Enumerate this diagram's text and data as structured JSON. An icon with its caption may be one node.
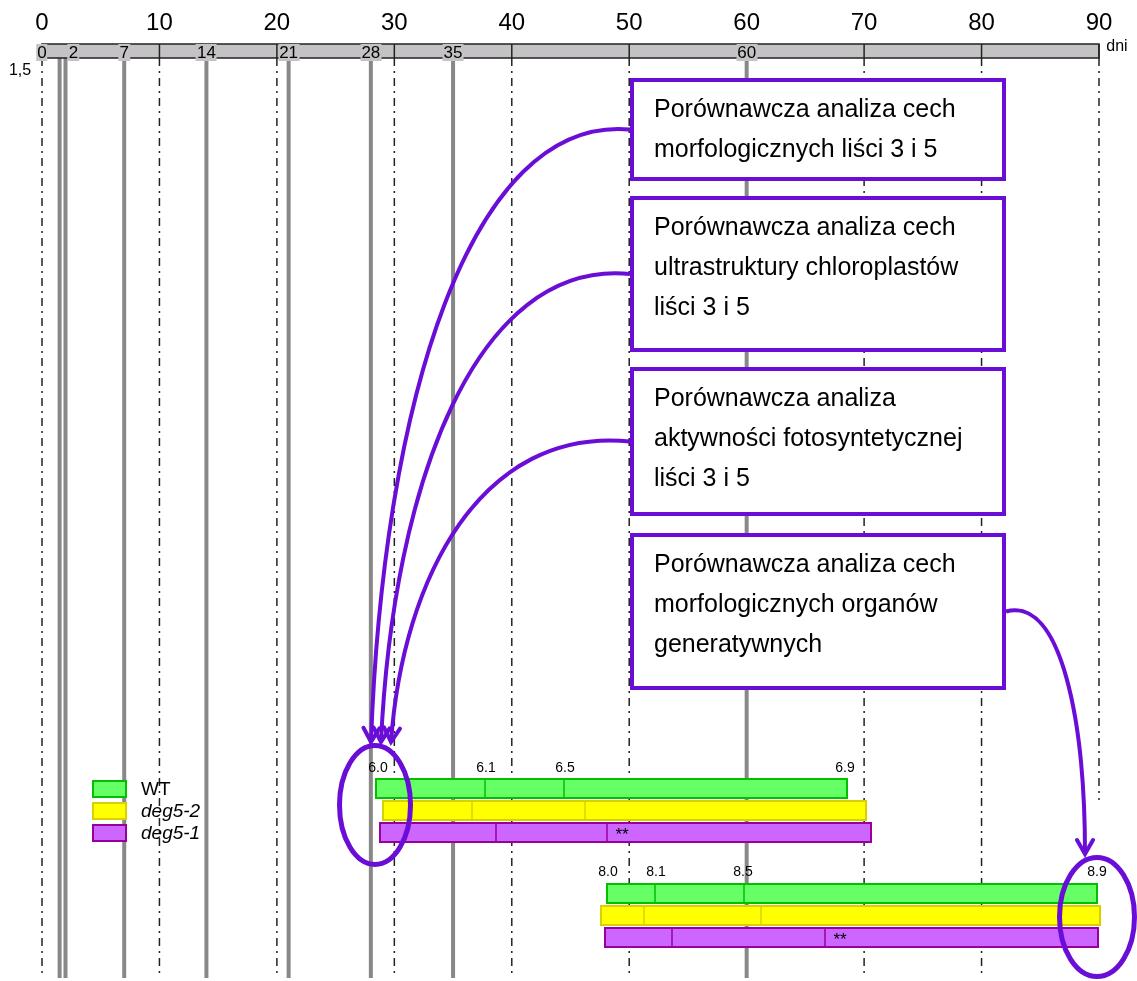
{
  "diagram": {
    "nodes": [
      {
        "text": [
          "Porównawcza analiza cech morfologicznych liści 3 i 5"
        ]
      },
      {
        "text": [
          "Porównawcza analiza cech ultrastruktury chloroplastów liści 3 i 5"
        ]
      },
      {
        "text": [
          "Porównawcza analiza aktywności fotosyntetycznej liści 3 i 5"
        ]
      },
      {
        "text": [
          "Porównawcza analiza cech morfologicznych organów generatywnych"
        ]
      },
      {
        "text": [],
        "shape": "circle"
      },
      {
        "text": [],
        "shape": "circle"
      }
    ],
    "edges": [
      {
        "from": 0,
        "to": 4,
        "arrow": "to"
      },
      {
        "from": 1,
        "to": 4,
        "arrow": "to"
      },
      {
        "from": 2,
        "to": 4,
        "arrow": "to"
      },
      {
        "from": 3,
        "to": 5,
        "arrow": "to"
      }
    ],
    "labels": [
      "0",
      "10",
      "20",
      "30",
      "40",
      "50",
      "60",
      "70",
      "80",
      "90",
      "dni",
      "0",
      "2",
      "7",
      "14",
      "21",
      "28",
      "35",
      "60",
      "1,5",
      "6.0",
      "6.1",
      "6.5",
      "6.9",
      "**",
      "8.0",
      "8.1",
      "8.5",
      "8.9",
      "**"
    ],
    "legend": [
      {
        "text": "WT",
        "color": "#66ff66"
      },
      {
        "text": "deg5-2",
        "color": "#ffff00"
      },
      {
        "text": "deg5-1",
        "color": "#cc66ff"
      }
    ]
  }
}
